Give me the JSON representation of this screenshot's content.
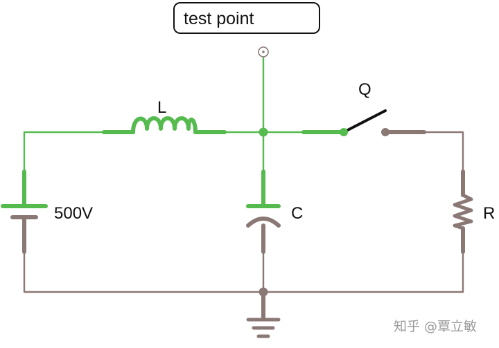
{
  "labels": {
    "test_point": "test point",
    "inductor": "L",
    "capacitor": "C",
    "source": "500V",
    "switch": "Q",
    "resistor": "R"
  },
  "watermark": "知乎 @覃立敏",
  "colors": {
    "live": "#55bb4f",
    "dead": "#8a7875",
    "switch_blade": "#111111",
    "text": "#111111",
    "background": "#ffffff",
    "watermark": "#9a9a9a"
  }
}
